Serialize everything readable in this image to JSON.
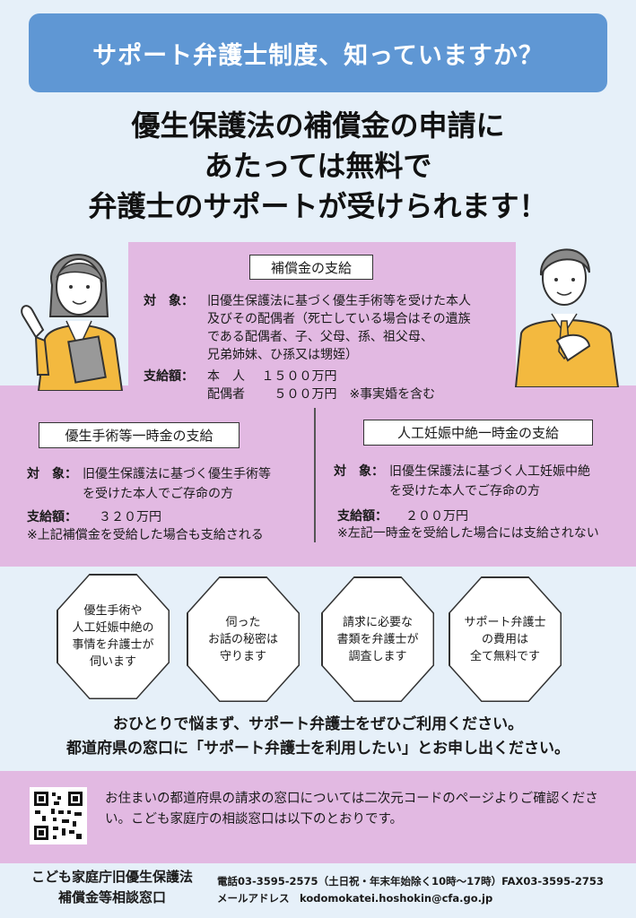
{
  "banner": {
    "title": "サポート弁護士制度、知っていますか？"
  },
  "headline": {
    "line1": "優生保護法の補償金の申請に",
    "line2": "あたっては無料で",
    "line3": "弁護士のサポートが受けられます！"
  },
  "compensation": {
    "title": "補償金の支給",
    "target_label": "対　象：",
    "target_lines": [
      "旧優生保護法に基づく優生手術等を受けた本人",
      "及びその配偶者（死亡している場合はその遺族",
      "である配偶者、子、父母、孫、祖父母、",
      "兄弟姉妹、ひ孫又は甥姪）"
    ],
    "amount_label": "支給額：",
    "amount_self": "本　人　 １５００万円",
    "amount_spouse": "配偶者　　 ５００万円　※事実婚を含む"
  },
  "surgery_grant": {
    "title": "優生手術等一時金の支給",
    "target_label": "対　象：",
    "target_lines": [
      "旧優生保護法に基づく優生手術等",
      "を受けた本人でご存命の方"
    ],
    "amount_label": "支給額：",
    "amount": "３２０万円",
    "note": "※上記補償金を受給した場合も支給される"
  },
  "abortion_grant": {
    "title": "人工妊娠中絶一時金の支給",
    "target_label": "対　象：",
    "target_lines": [
      "旧優生保護法に基づく人工妊娠中絶",
      "を受けた本人でご存命の方"
    ],
    "amount_label": "支給額：",
    "amount": "２００万円",
    "note": "※左記一時金を受給した場合には支給されない"
  },
  "features": [
    "優生手術や\n人工妊娠中絶の\n事情を弁護士が\n伺います",
    "伺った\nお話の秘密は\n守ります",
    "請求に必要な\n書類を弁護士が\n調査します",
    "サポート弁護士\nの費用は\n全て無料です"
  ],
  "message": {
    "line1": "おひとりで悩まず、サポート弁護士をぜひご利用ください。",
    "line2": "都道府県の窓口に「サポート弁護士を利用したい」とお申し出ください。"
  },
  "info": {
    "text": "お住まいの都道府県の請求の窓口については二次元コードのページよりご確認ください。こども家庭庁の相談窓口は以下のとおりです。"
  },
  "footer": {
    "org_line1": "こども家庭庁旧優生保護法",
    "org_line2": "補償金等相談窓口",
    "phone": "電話03-3595-2575（土日祝・年末年始除く10時～17時）FAX03-3595-2753",
    "email": "メールアドレス　kodomokatei.hoshokin@cfa.go.jp"
  },
  "colors": {
    "banner": "#5f97d4",
    "pink": "#e2b9e2",
    "background": "#e6f0f9"
  }
}
